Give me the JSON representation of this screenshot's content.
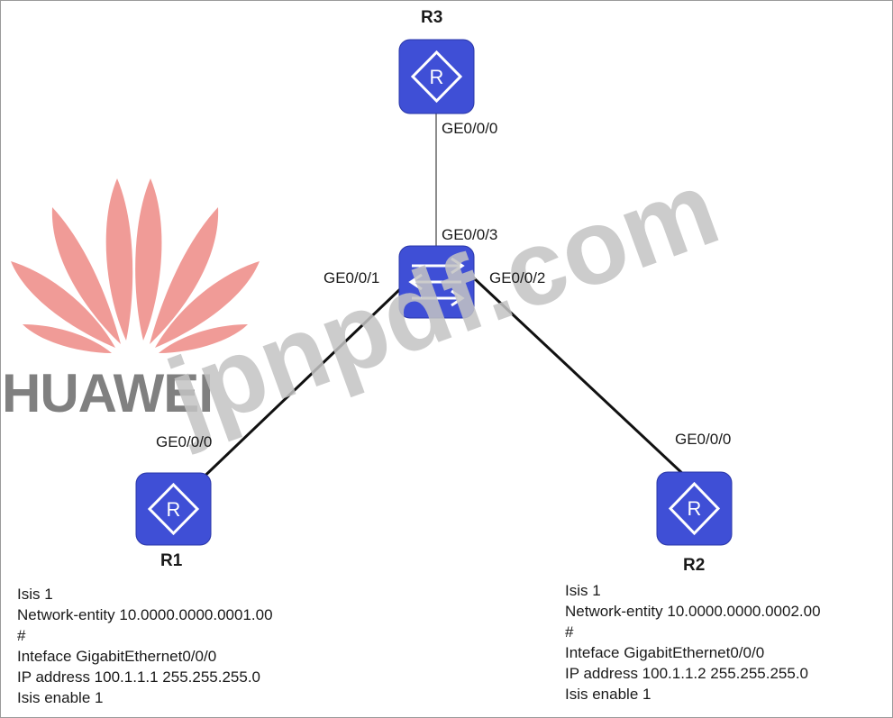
{
  "watermarks": {
    "logo_text": "HUAWEI",
    "site_text": "jpnpdf.com",
    "logo_color": "#e8726f",
    "logo_text_color": "#6b6b6b",
    "site_color": "#c4c4c4"
  },
  "devices": {
    "r3": {
      "name": "R3",
      "icon": "router-icon"
    },
    "switch": {
      "icon": "switch-icon"
    },
    "r1": {
      "name": "R1",
      "icon": "router-icon"
    },
    "r2": {
      "name": "R2",
      "icon": "router-icon"
    }
  },
  "ports": {
    "r3_ge": "GE0/0/0",
    "sw_ge3": "GE0/0/3",
    "sw_ge1": "GE0/0/1",
    "sw_ge2": "GE0/0/2",
    "r1_ge": "GE0/0/0",
    "r2_ge": "GE0/0/0"
  },
  "configs": {
    "r1": [
      "Isis 1",
      "Network-entity 10.0000.0000.0001.00",
      "#",
      "Inteface GigabitEthernet0/0/0",
      "IP address 100.1.1.1 255.255.255.0",
      "Isis enable 1"
    ],
    "r2": [
      "Isis 1",
      "Network-entity 10.0000.0000.0002.00",
      "#",
      "Inteface GigabitEthernet0/0/0",
      "IP address 100.1.1.2 255.255.255.0",
      "Isis enable 1"
    ]
  },
  "colors": {
    "device_fill": "#3f4fd6",
    "device_border": "#2a37a8",
    "link": "#111111"
  }
}
